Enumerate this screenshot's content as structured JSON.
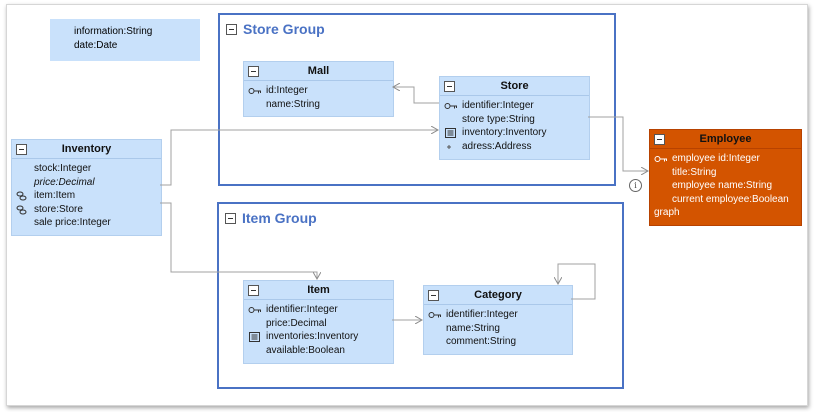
{
  "note": {
    "lines": [
      "information:String",
      "date:Date"
    ]
  },
  "groups": {
    "store": {
      "title": "Store Group"
    },
    "item": {
      "title": "Item Group"
    }
  },
  "nodes": {
    "mall": {
      "title": "Mall",
      "rows": [
        {
          "icon": "key-icon",
          "text": "id:Integer"
        },
        {
          "icon": "",
          "text": "name:String"
        }
      ]
    },
    "store": {
      "title": "Store",
      "rows": [
        {
          "icon": "key-icon",
          "text": "identifier:Integer"
        },
        {
          "icon": "",
          "text": "store type:String"
        },
        {
          "icon": "collection-icon",
          "text": "inventory:Inventory"
        },
        {
          "icon": "plus-icon",
          "text": "adress:Address"
        }
      ]
    },
    "inventory": {
      "title": "Inventory",
      "rows": [
        {
          "icon": "",
          "text": "stock:Integer"
        },
        {
          "icon": "",
          "text": "price:Decimal",
          "italic": true
        },
        {
          "icon": "link-icon",
          "text": "item:Item"
        },
        {
          "icon": "link-icon",
          "text": "store:Store"
        },
        {
          "icon": "",
          "text": "sale price:Integer"
        }
      ]
    },
    "employee": {
      "title": "Employee",
      "rows": [
        {
          "icon": "key-icon",
          "text": "employee id:Integer"
        },
        {
          "icon": "",
          "text": "title:String"
        },
        {
          "icon": "",
          "text": "employee name:String"
        },
        {
          "icon": "",
          "text": "current employee:Boolean"
        },
        {
          "icon": "",
          "text": "graph",
          "flush": true
        }
      ]
    },
    "item": {
      "title": "Item",
      "rows": [
        {
          "icon": "key-icon",
          "text": "identifier:Integer"
        },
        {
          "icon": "",
          "text": "price:Decimal"
        },
        {
          "icon": "collection-icon",
          "text": "inventories:Inventory"
        },
        {
          "icon": "",
          "text": "available:Boolean"
        }
      ]
    },
    "category": {
      "title": "Category",
      "rows": [
        {
          "icon": "key-icon",
          "text": "identifier:Integer"
        },
        {
          "icon": "",
          "text": "name:String"
        },
        {
          "icon": "",
          "text": "comment:String"
        }
      ]
    }
  },
  "info_icon": {
    "icon": "info-icon",
    "glyph": "i"
  },
  "colors": {
    "node_fill": "#c9e1fb",
    "group_border": "#4a72c4",
    "employee_fill": "#d35400",
    "edge": "#a0a0a0"
  }
}
